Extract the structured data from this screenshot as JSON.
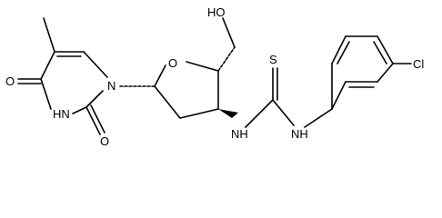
{
  "molecule": {
    "atoms": {
      "o_c2": "O",
      "o_c4": "O",
      "n1": "N",
      "n3h": "HN",
      "o_ring": "O",
      "o_h": "HO",
      "s": "S",
      "nh_sugar": "NH",
      "nh_aryl": "NH",
      "cl": "Cl"
    }
  }
}
